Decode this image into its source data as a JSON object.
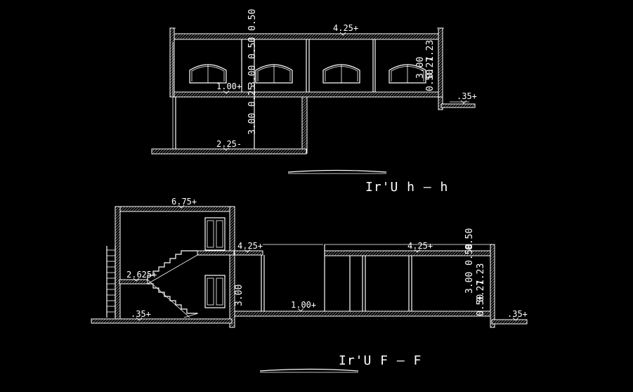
{
  "section_top": {
    "title": "Ir'U  h   —     h",
    "dimensions": {
      "span_top": "4.25+",
      "floor_upper": "1.00+",
      "ground_level": "2.25-",
      "step_right": ".35+",
      "vert_a": "3.00",
      "vert_b": "0.50",
      "vert_c": "0.25",
      "vert_d": "3.00",
      "vert_e": "3.00",
      "vert_f": "0.50",
      "vert_g": "0.27",
      "vert_h": "1.23"
    }
  },
  "section_bottom": {
    "title": "Ir'U     F  —     F",
    "dimensions": {
      "roof_left": "6.75+",
      "landing": "4.25+",
      "roof_right": "4.25+",
      "mid_floor": "2.625+",
      "floor_main": "1.00+",
      "ground_left": ".35+",
      "ground_right": ".35+",
      "vert_a": "3.00",
      "vert_b": "3.00",
      "vert_c": "0.50",
      "vert_d": "0.50",
      "vert_e": "0.27",
      "vert_f": "1.23"
    }
  }
}
